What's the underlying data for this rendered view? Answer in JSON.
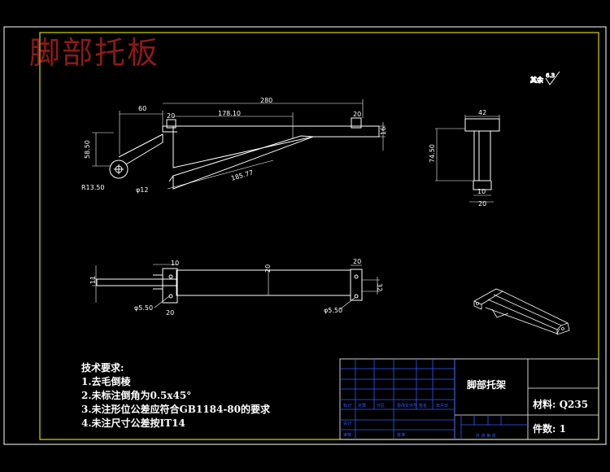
{
  "watermark": "脚部托板",
  "roughness_note": "其余",
  "roughness_value": "6.3",
  "dimensions": {
    "d60": "60",
    "d280": "280",
    "d178": "178.10",
    "d20a": "20",
    "d20b": "20",
    "d16": "16",
    "d5850": "58.50",
    "r1350": "R13.50",
    "phi12": "φ12",
    "d18577": "185.77",
    "d42": "42",
    "d7450": "74.50",
    "d10": "10",
    "d20c": "20",
    "d10b": "10",
    "d20d": "20",
    "d20e": "20",
    "d11": "11",
    "d32": "32",
    "phi550a": "φ5.50",
    "phi550b": "φ5.50",
    "d20f": "20"
  },
  "notes": {
    "heading": "技术要求:",
    "items": [
      "1.去毛倒棱",
      "2.未标注倒角为0.5x45°",
      "3.未注形位公差应符合GB1184-80的要求",
      "4.未注尺寸公差按IT14"
    ]
  },
  "title_block": {
    "part_name": "脚部托架",
    "material": "材料: Q235",
    "quantity": "件数: 1"
  }
}
